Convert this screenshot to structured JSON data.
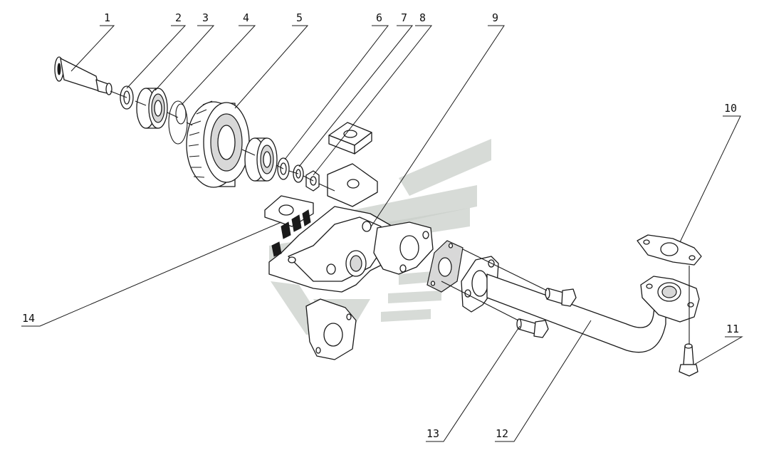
{
  "callouts": [
    {
      "id": "1",
      "label": "1"
    },
    {
      "id": "2",
      "label": "2"
    },
    {
      "id": "3",
      "label": "3"
    },
    {
      "id": "4",
      "label": "4"
    },
    {
      "id": "5",
      "label": "5"
    },
    {
      "id": "6",
      "label": "6"
    },
    {
      "id": "7",
      "label": "7"
    },
    {
      "id": "8",
      "label": "8"
    },
    {
      "id": "9",
      "label": "9"
    },
    {
      "id": "10",
      "label": "10"
    },
    {
      "id": "11",
      "label": "11"
    },
    {
      "id": "12",
      "label": "12"
    },
    {
      "id": "13",
      "label": "13"
    },
    {
      "id": "14",
      "label": "14"
    }
  ],
  "colors": {
    "line": "#1a1a1a",
    "watermark": "#c9cfc9",
    "background": "#ffffff"
  }
}
